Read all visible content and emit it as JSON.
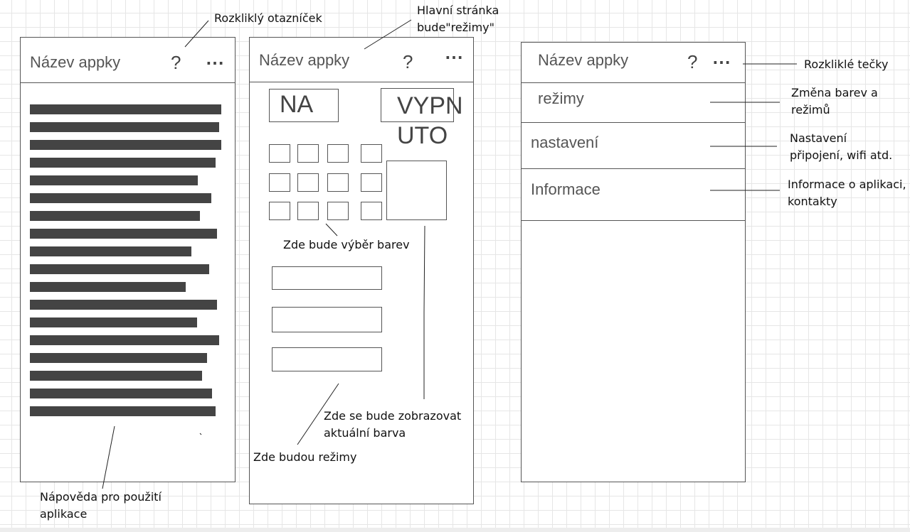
{
  "screens": {
    "help": {
      "title": "Název appky",
      "help_icon": "?",
      "menu_icon": "⋯",
      "bar_lengths": [
        269,
        266,
        269,
        261,
        236,
        255,
        239,
        263,
        227,
        252,
        219,
        263,
        235,
        266,
        249,
        242,
        256,
        261
      ]
    },
    "main": {
      "title": "Název appky",
      "help_icon": "?",
      "menu_icon": "⋯",
      "on_button": "NA",
      "off_button": "VYPN\nUTO"
    },
    "menu": {
      "title": "Název appky",
      "help_icon": "?",
      "menu_icon": "⋯",
      "items": [
        "režimy",
        "nastavení",
        "Informace"
      ]
    }
  },
  "notes": {
    "question_mark": "Rozkliklý otazníček",
    "main_page_line1": "Hlavní stránka",
    "main_page_line2": "bude\"režimy\"",
    "dots_expanded": "Rozkliklé tečky",
    "modes_line1": "Změna barev a",
    "modes_line2": "režimů",
    "settings_line1": "Nastavení",
    "settings_line2": "připojení, wifi atd.",
    "info_line1": "Informace o aplikaci,",
    "info_line2": "kontakty",
    "color_picker": "Zde bude výběr barev",
    "current_color_line1": "Zde se bude zobrazovat",
    "current_color_line2": "aktuální barva",
    "modes_here": "Zde budou režimy",
    "help_text_line1": "Nápověda pro použití",
    "help_text_line2": "aplikace"
  }
}
